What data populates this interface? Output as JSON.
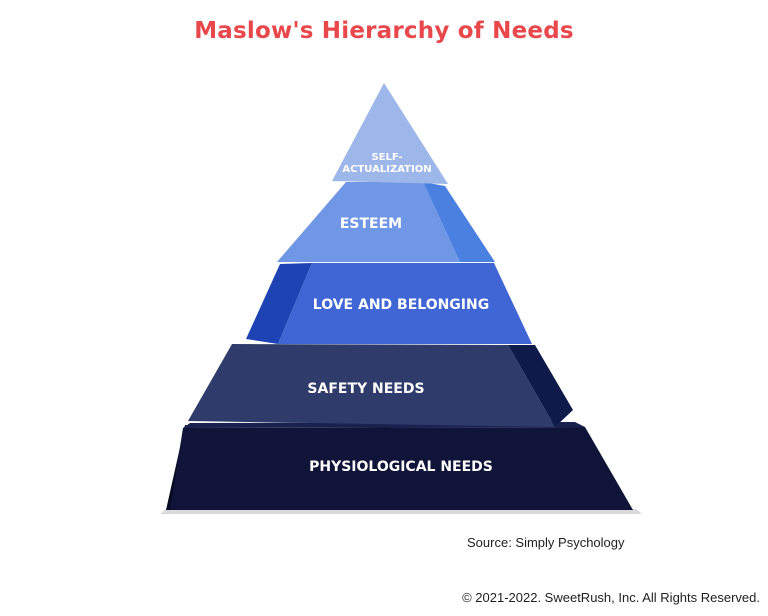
{
  "title": "Maslow's Hierarchy of Needs",
  "levels": {
    "self_actualization": {
      "line1": "SELF-",
      "line2": "ACTUALIZATION",
      "color": "#9db7ea"
    },
    "esteem": {
      "label": "ESTEEM",
      "color": "#6f97e6"
    },
    "love": {
      "label": "LOVE AND BELONGING",
      "color": "#3f66d4"
    },
    "safety": {
      "label": "SAFETY NEEDS",
      "color": "#2f3c6b"
    },
    "physiological": {
      "label": "PHYSIOLOGICAL NEEDS",
      "color": "#0f1438"
    }
  },
  "source": "Source: Simply Psychology",
  "copyright": "© 2021-2022. SweetRush, Inc. All Rights Reserved."
}
